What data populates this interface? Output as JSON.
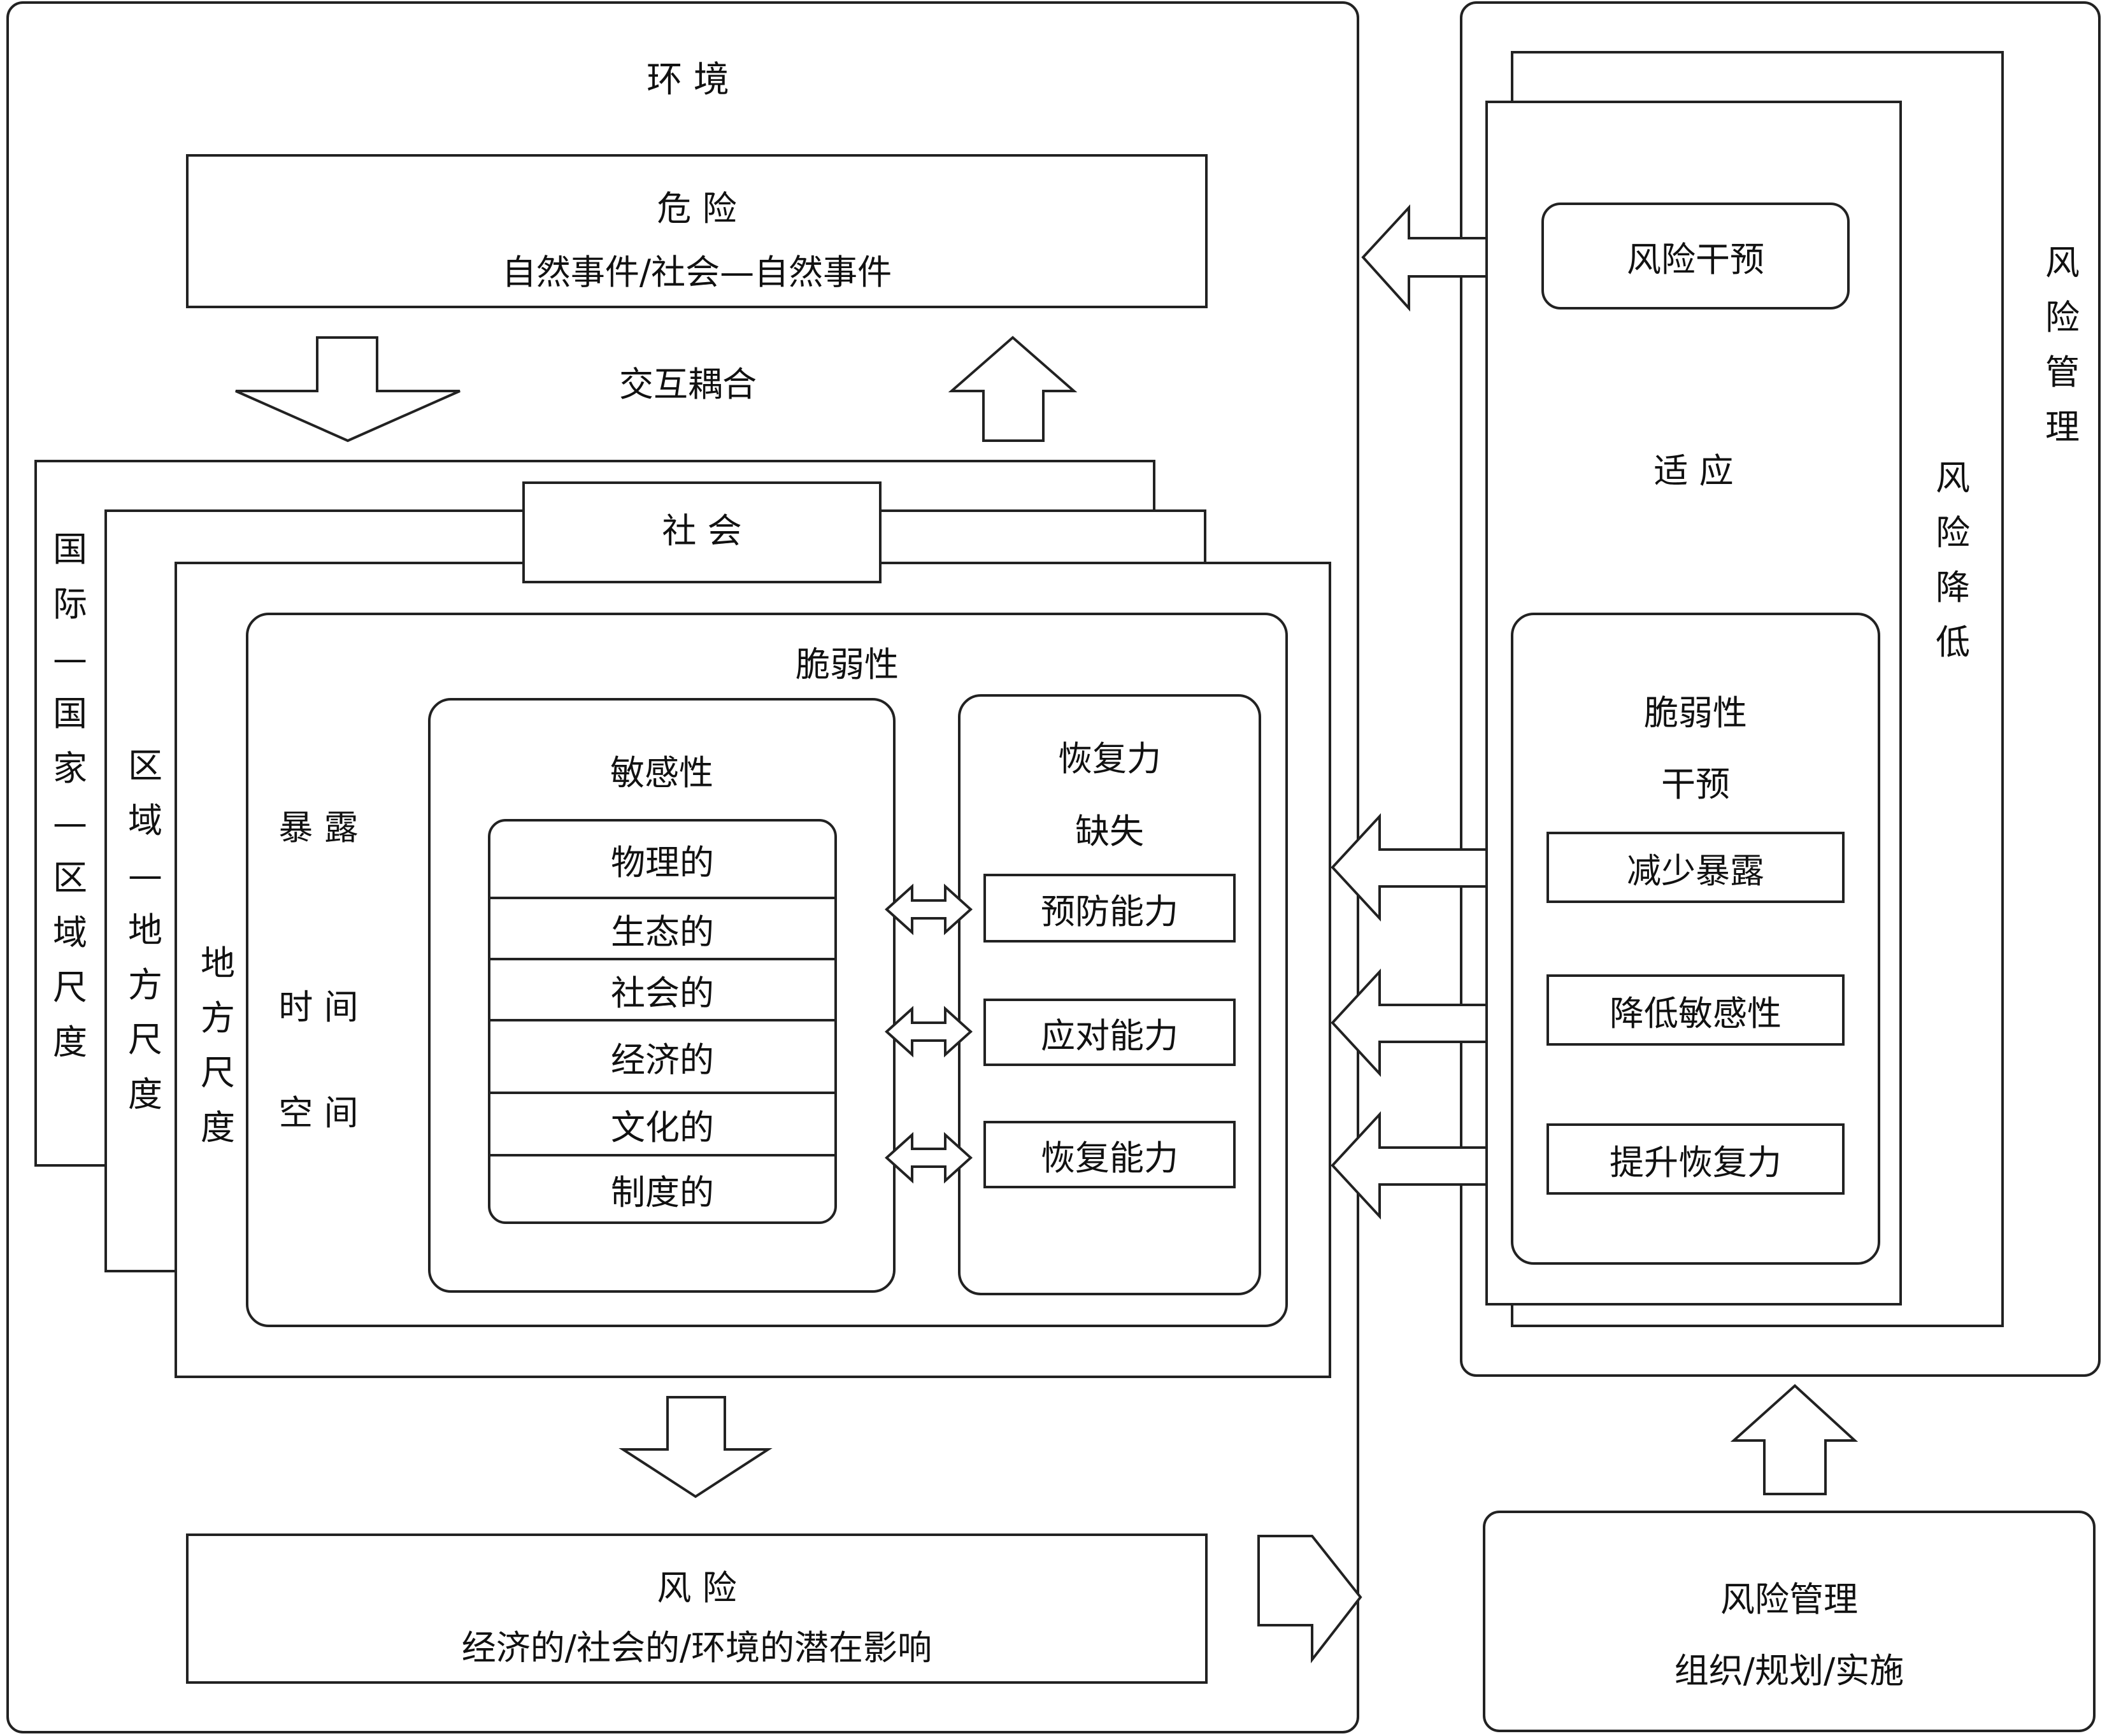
{
  "environment": {
    "title": "环 境"
  },
  "hazard": {
    "title": "危 险",
    "subtitle": "自然事件/社会—自然事件"
  },
  "coupling": {
    "label": "交互耦合"
  },
  "scales": {
    "international": "国\n际\n—\n国\n家\n—\n区\n域\n尺\n度",
    "regional": "区\n域\n—\n地\n方\n尺\n度",
    "local": "地\n方\n尺\n度"
  },
  "society": {
    "title": "社 会"
  },
  "vulnerability": {
    "title": "脆弱性",
    "exposure": "暴 露",
    "time": "时 间",
    "space": "空 间",
    "sensitivity": {
      "title": "敏感性",
      "items": [
        "物理的",
        "生态的",
        "社会的",
        "经济的",
        "文化的",
        "制度的"
      ]
    },
    "resilience": {
      "title_line1": "恢复力",
      "title_line2": "缺失",
      "items": [
        "预防能力",
        "应对能力",
        "恢复能力"
      ]
    }
  },
  "risk": {
    "title": "风 险",
    "subtitle": "经济的/社会的/环境的潜在影响"
  },
  "risk_mgmt_panel": {
    "outer_label": "风\n险\n管\n理",
    "inner_label": "风\n险\n降\n低",
    "intervention": "风险干预",
    "adaptation": "适 应",
    "vuln_title_line1": "脆弱性",
    "vuln_title_line2": "干预",
    "measures": [
      "减少暴露",
      "降低敏感性",
      "提升恢复力"
    ]
  },
  "risk_mgmt_box": {
    "title": "风险管理",
    "subtitle": "组织/规划/实施"
  }
}
